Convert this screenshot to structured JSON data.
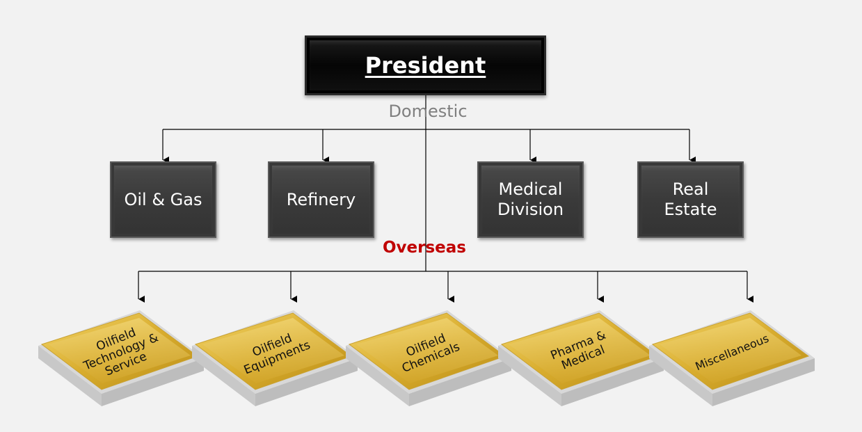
{
  "president": {
    "label": "President"
  },
  "domestic_label": "Domestic",
  "overseas_label": "Overseas",
  "domestic_units": [
    {
      "label": "Oil & Gas"
    },
    {
      "label": "Refinery"
    },
    {
      "label": "Medical Division"
    },
    {
      "label": "Real Estate"
    }
  ],
  "overseas_units": [
    {
      "label": "Oilfield Technology & Service"
    },
    {
      "label": "Oilfield Equipments"
    },
    {
      "label": "Oilfield Chemicals"
    },
    {
      "label": "Pharma & Medical"
    },
    {
      "label": "Miscellaneous"
    }
  ],
  "colors": {
    "president_fill": "#0a0a0a",
    "unit_fill": "#3b3b3b",
    "overseas_tile": "#e2b93a",
    "overseas_text": "#c00000",
    "domestic_text": "#7f7f7f"
  }
}
